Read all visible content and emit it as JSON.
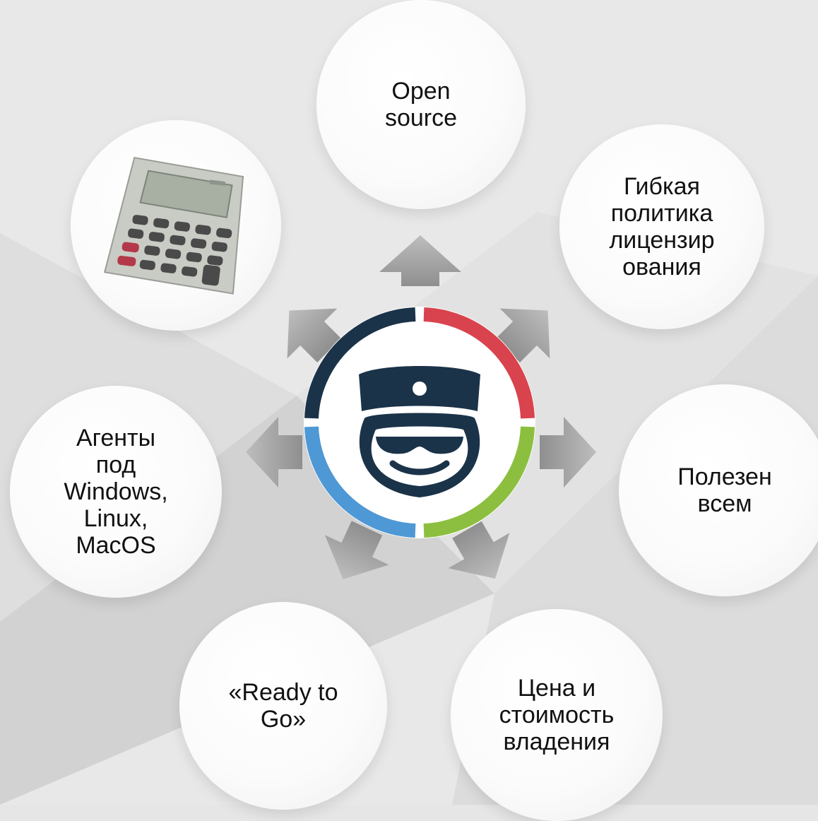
{
  "diagram": {
    "center": {
      "icon": "police-officer-logo-icon"
    },
    "nodes": [
      {
        "id": "open-source",
        "label": "Open\nsource"
      },
      {
        "id": "licensing",
        "label": "Гибкая\nполитика\nлицензир\nования"
      },
      {
        "id": "useful",
        "label": "Полезен\nвсем"
      },
      {
        "id": "price",
        "label": "Цена и\nстоимость\nвладения"
      },
      {
        "id": "ready",
        "label": "«Ready to\nGo»"
      },
      {
        "id": "agents",
        "label": "Агенты\nпод\nWindows,\nLinux,\nMacOS"
      },
      {
        "id": "calculator",
        "icon": "calculator-icon"
      }
    ],
    "colors": {
      "ring_red": "#d9434e",
      "ring_green": "#8cbf3f",
      "ring_blue": "#4f98d6",
      "ring_navy": "#1b3349",
      "arrow": "#9a9a9a"
    }
  }
}
